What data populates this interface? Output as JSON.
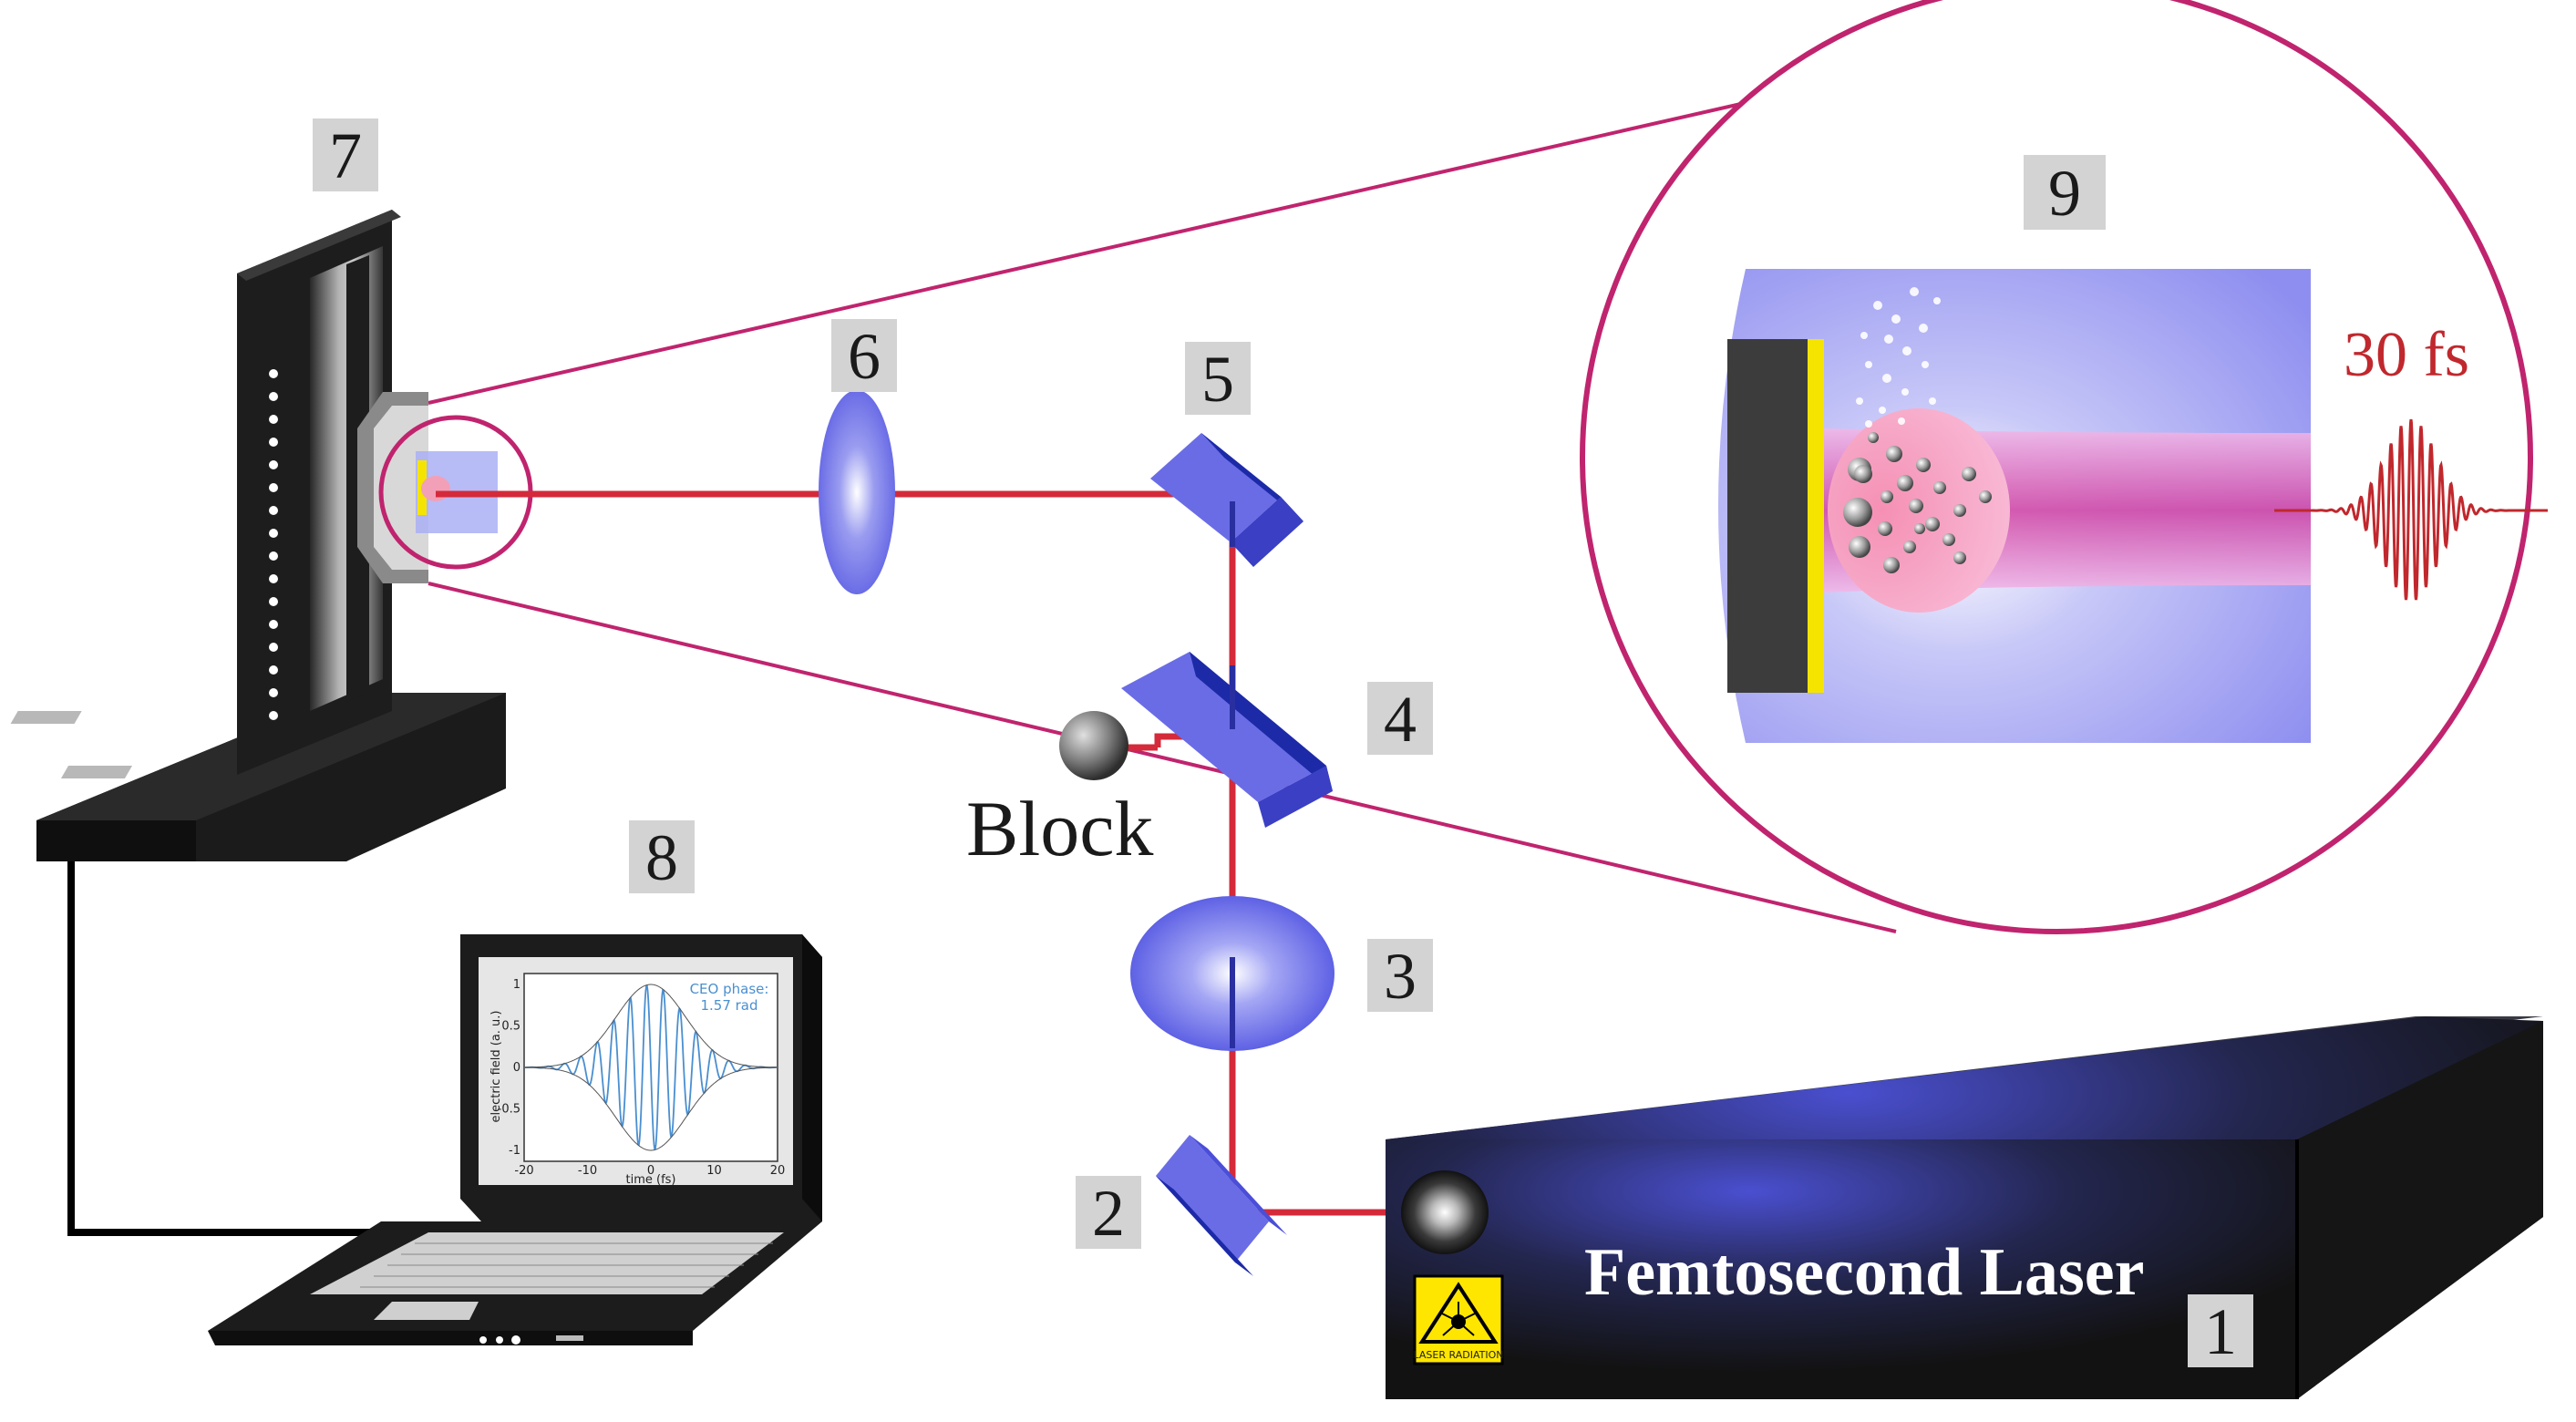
{
  "labels": {
    "n1": "1",
    "n2": "2",
    "n3": "3",
    "n4": "4",
    "n5": "5",
    "n6": "6",
    "n7": "7",
    "n8": "8",
    "n9": "9"
  },
  "laser_name": "Femtosecond Laser",
  "warning_sign_text": "LASER RADIATION",
  "block_label": "Block",
  "pulse_duration": "30 fs",
  "screen_plot": {
    "annotation_line1": "CEO phase:",
    "annotation_line2": "1.57 rad",
    "xlabel": "time (fs)",
    "ylabel": "electric field (a. u.)",
    "xticks": [
      "-20",
      "-10",
      "0",
      "10",
      "20"
    ],
    "yticks": [
      "1",
      "0.5",
      "0",
      "-0.5",
      "-1"
    ]
  },
  "colors": {
    "beam": "#d42a3a",
    "optic_blue": "#2233cc",
    "magnifier": "#c0246e",
    "laser_box": "#1c1c1c",
    "warning_yellow": "#ffe600",
    "target_yellow": "#f5e400"
  }
}
